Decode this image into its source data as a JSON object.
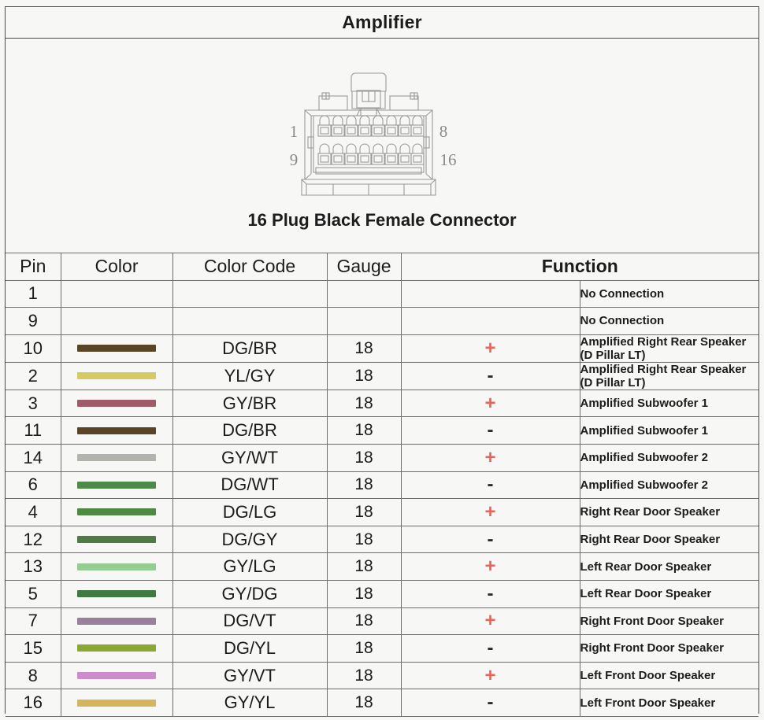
{
  "header": {
    "title": "Amplifier"
  },
  "diagram": {
    "subtitle": "16 Plug Black Female Connector",
    "pin_labels": {
      "top_left": "1",
      "top_right": "8",
      "bottom_left": "9",
      "bottom_right": "16"
    },
    "rows": 2,
    "columns": 8
  },
  "table": {
    "columns": [
      "Pin",
      "Color",
      "Color Code",
      "Gauge",
      "Function"
    ],
    "rows": [
      {
        "pin": "1",
        "swatch": null,
        "code": "",
        "gauge": "",
        "polarity": "",
        "function": "No Connection"
      },
      {
        "pin": "9",
        "swatch": null,
        "code": "",
        "gauge": "",
        "polarity": "",
        "function": "No Connection"
      },
      {
        "pin": "10",
        "swatch": "#5a4426",
        "code": "DG/BR",
        "gauge": "18",
        "polarity": "+",
        "function": "Amplified Right Rear Speaker (D Pillar LT)"
      },
      {
        "pin": "2",
        "swatch": "#d6cb63",
        "code": "YL/GY",
        "gauge": "18",
        "polarity": "-",
        "function": "Amplified Right Rear Speaker (D Pillar LT)"
      },
      {
        "pin": "3",
        "swatch": "#a05a68",
        "code": "GY/BR",
        "gauge": "18",
        "polarity": "+",
        "function": "Amplified Subwoofer 1"
      },
      {
        "pin": "11",
        "swatch": "#5a4426",
        "code": "DG/BR",
        "gauge": "18",
        "polarity": "-",
        "function": "Amplified Subwoofer 1"
      },
      {
        "pin": "14",
        "swatch": "#b3b3ad",
        "code": "GY/WT",
        "gauge": "18",
        "polarity": "+",
        "function": "Amplified Subwoofer 2"
      },
      {
        "pin": "6",
        "swatch": "#4f8a4a",
        "code": "DG/WT",
        "gauge": "18",
        "polarity": "-",
        "function": "Amplified Subwoofer 2"
      },
      {
        "pin": "4",
        "swatch": "#4f8a43",
        "code": "DG/LG",
        "gauge": "18",
        "polarity": "+",
        "function": "Right Rear Door Speaker"
      },
      {
        "pin": "12",
        "swatch": "#4f7a44",
        "code": "DG/GY",
        "gauge": "18",
        "polarity": "-",
        "function": "Right Rear Door Speaker"
      },
      {
        "pin": "13",
        "swatch": "#94cc92",
        "code": "GY/LG",
        "gauge": "18",
        "polarity": "+",
        "function": "Left Rear Door Speaker"
      },
      {
        "pin": "5",
        "swatch": "#3f7a42",
        "code": "GY/DG",
        "gauge": "18",
        "polarity": "-",
        "function": "Left Rear Door Speaker"
      },
      {
        "pin": "7",
        "swatch": "#9a7f9a",
        "code": "DG/VT",
        "gauge": "18",
        "polarity": "+",
        "function": "Right Front  Door Speaker"
      },
      {
        "pin": "15",
        "swatch": "#8aa832",
        "code": "DG/YL",
        "gauge": "18",
        "polarity": "-",
        "function": "Right Front  Door Speaker"
      },
      {
        "pin": "8",
        "swatch": "#cc8ccc",
        "code": "GY/VT",
        "gauge": "18",
        "polarity": "+",
        "function": "Left Front  Door Speaker"
      },
      {
        "pin": "16",
        "swatch": "#d4b45c",
        "code": "GY/YL",
        "gauge": "18",
        "polarity": "-",
        "function": "Left Front  Door Speaker"
      }
    ]
  },
  "colors": {
    "border": "#6d6d6d",
    "frame": "#4a4a4a",
    "background": "#f7f7f5",
    "text": "#1c1c1c",
    "plus": "#e8635e",
    "minus": "#2a2a2a",
    "diagram_stroke": "#8a8a8a"
  }
}
